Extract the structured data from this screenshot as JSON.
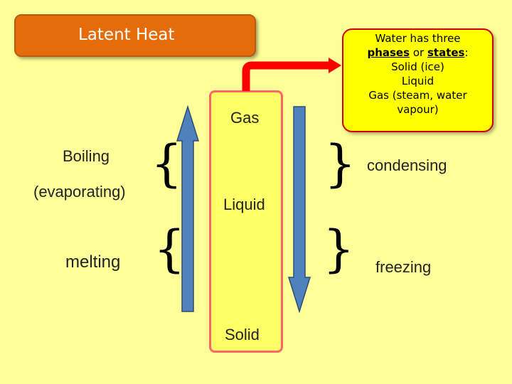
{
  "title": "Latent Heat",
  "info": {
    "line1_pre": "Water has three",
    "phases_word": "phases",
    "or_word": "or",
    "states_word": "states",
    "colon": ":",
    "items": [
      "Solid (ice)",
      "Liquid",
      "Gas (steam, water",
      "vapour)"
    ]
  },
  "states": {
    "gas": "Gas",
    "liquid": "Liquid",
    "solid": "Solid"
  },
  "left_labels": {
    "boiling": "Boiling",
    "evaporating": "(evaporating)",
    "melting": "melting"
  },
  "right_labels": {
    "condensing": "condensing",
    "freezing": "freezing"
  },
  "colors": {
    "title_fill": "#e46c0a",
    "info_fill": "#ffff00",
    "info_border": "#d00000",
    "arrow_red": "#ff0000",
    "arrow_blue": "#4f81bd",
    "background": "#ffff99"
  }
}
